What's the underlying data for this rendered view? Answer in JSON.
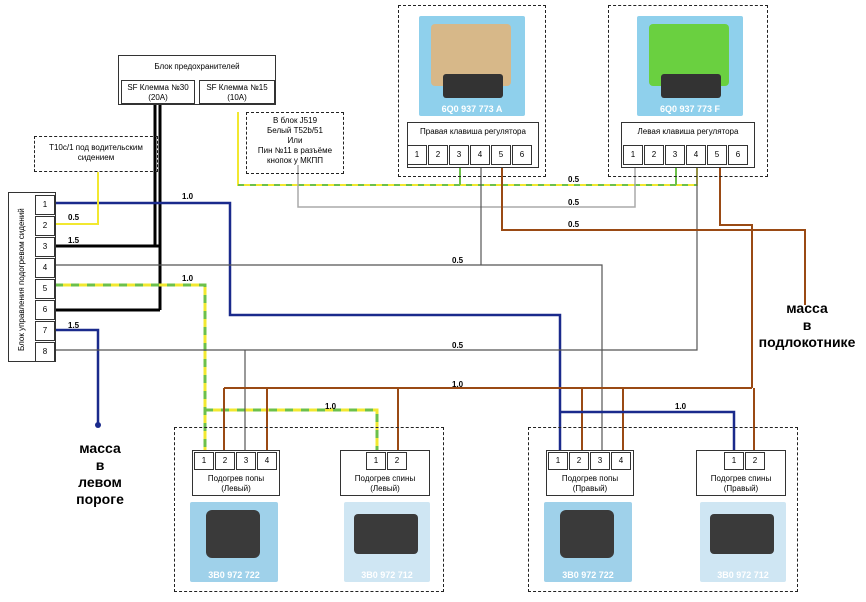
{
  "fuse_block": {
    "title": "Блок предохранителей",
    "sf30": "SF Клемма №30",
    "sf30_rating": "(20A)",
    "sf15": "SF Клемма №15",
    "sf15_rating": "(10A)"
  },
  "t10_note": [
    "T10c/1 под водительским",
    "сидением"
  ],
  "j519_note": [
    "В блок J519",
    "Белый T52b/51",
    "Или",
    "Пин №11 в разъёме",
    "кнопок у МКПП"
  ],
  "control_unit": {
    "title": "Блок управления подогревом сидений",
    "pins": [
      "1",
      "2",
      "3",
      "4",
      "5",
      "6",
      "7",
      "8"
    ]
  },
  "right_switch": {
    "part_no": "6Q0 937 773 A",
    "title": "Правая клавиша регулятора",
    "pins": [
      "1",
      "2",
      "3",
      "4",
      "5",
      "6"
    ]
  },
  "left_switch": {
    "part_no": "6Q0 937 773 F",
    "title": "Левая клавиша регулятора",
    "pins": [
      "1",
      "2",
      "3",
      "4",
      "5",
      "6"
    ]
  },
  "heater_cushion_left": {
    "title": [
      "Подогрев попы",
      "(Левый)"
    ],
    "pins": [
      "1",
      "2",
      "3",
      "4"
    ],
    "part_no": "3B0 972 722"
  },
  "heater_back_left": {
    "title": [
      "Подогрев спины",
      "(Левый)"
    ],
    "pins": [
      "1",
      "2"
    ],
    "part_no": "3B0 972 712"
  },
  "heater_cushion_right": {
    "title": [
      "Подогрев попы",
      "(Правый)"
    ],
    "pins": [
      "1",
      "2",
      "3",
      "4"
    ],
    "part_no": "3B0 972 722"
  },
  "heater_back_right": {
    "title": [
      "Подогрев спины",
      "(Правый)"
    ],
    "pins": [
      "1",
      "2"
    ],
    "part_no": "3B0 972 712"
  },
  "ground_left": [
    "масса",
    "в",
    "левом",
    "пороге"
  ],
  "ground_armrest": [
    "масса",
    "в",
    "подлокотнике"
  ],
  "wire_labels": {
    "w1": "1.0",
    "w2": "0.5",
    "w3": "1.5",
    "w5": "1.0",
    "w7": "1.5",
    "g1": "0.5",
    "g2": "0.5",
    "g3": "0.5",
    "w4": "0.5",
    "w8": "0.5",
    "b1": "1.0",
    "b2": "1.0",
    "b3": "1.0"
  },
  "colors": {
    "blue": "#1a2a8c",
    "brown": "#9a4a14",
    "green_yellow": "#8fd14f",
    "yellow": "#f2e830",
    "grey": "#8a8a8a",
    "black": "#000000",
    "photo_bg": "#9fd1ea"
  }
}
